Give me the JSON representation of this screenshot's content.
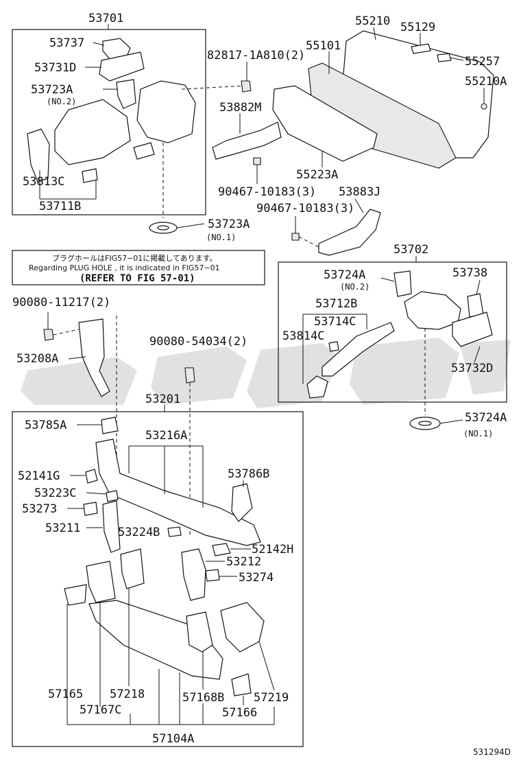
{
  "labels": {
    "p53701": "53701",
    "p53737": "53737",
    "p53731D": "53731D",
    "p53723A_top": "53723A",
    "p53723A_top_sub": "(NO.2)",
    "p53813C": "53813C",
    "p53711B": "53711B",
    "p53723A_bot": "53723A",
    "p53723A_bot_sub": "(NO.1)",
    "p82817": "82817-1A810(2)",
    "p53882M": "53882M",
    "p90467_a": "90467-10183(3)",
    "p90467_b": "90467-10183(3)",
    "p53883J": "53883J",
    "p55210": "55210",
    "p55129": "55129",
    "p55101": "55101",
    "p55257": "55257",
    "p55210A": "55210A",
    "p55223A": "55223A",
    "p53702": "53702",
    "p53724A_top": "53724A",
    "p53724A_top_sub": "(NO.2)",
    "p53738": "53738",
    "p53712B": "53712B",
    "p53714C": "53714C",
    "p53814C": "53814C",
    "p53732D": "53732D",
    "p53724A_bot": "53724A",
    "p53724A_bot_sub": "(NO.1)",
    "p90080_11217": "90080-11217(2)",
    "p53208A": "53208A",
    "p90080_54034": "90080-54034(2)",
    "p53201": "53201",
    "p53785A": "53785A",
    "p53216A": "53216A",
    "p52141G": "52141G",
    "p53786B": "53786B",
    "p53223C": "53223C",
    "p53273": "53273",
    "p53211": "53211",
    "p53224B": "53224B",
    "p52142H": "52142H",
    "p53212": "53212",
    "p53274": "53274",
    "p57165": "57165",
    "p57218": "57218",
    "p57168B": "57168B",
    "p57219": "57219",
    "p57167C": "57167C",
    "p57166": "57166",
    "p57104A": "57104A"
  },
  "note": {
    "jp": "プラグホールはFIG57−01に掲載してあります。",
    "en": "Regarding PLUG HOLE , it is indicated in FIG57−01",
    "ref": "(REFER TO FIG 57-01)"
  },
  "figure_code": "531294D",
  "watermark_color": "#c9c9c9"
}
